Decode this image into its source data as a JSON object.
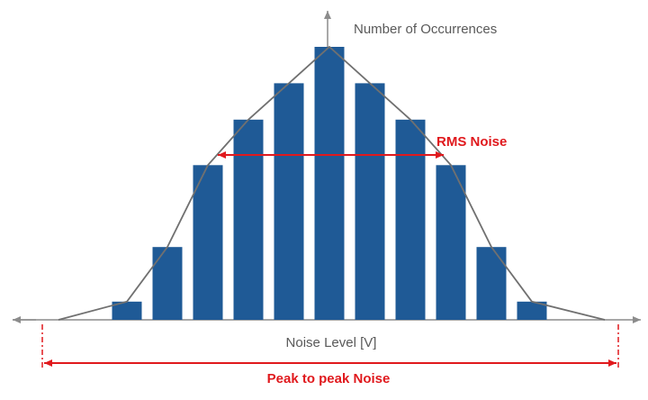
{
  "chart_data": {
    "type": "bar",
    "title": "",
    "xlabel": "Noise Level [V]",
    "ylabel": "Number of Occurrences",
    "categories": [
      "",
      "",
      "",
      "",
      "",
      "",
      "",
      "",
      "",
      "",
      "",
      ""
    ],
    "values": [
      1,
      4,
      8.5,
      11,
      13,
      15,
      13,
      11,
      8.5,
      4,
      1
    ],
    "ylim": [
      0,
      15
    ],
    "grid": false,
    "series_color": "#1f5a96",
    "curve_color": "#707070",
    "annotation_color": "#e0191d",
    "annotations": {
      "rms": "RMS Noise",
      "peak_to_peak": "Peak to peak Noise"
    }
  }
}
